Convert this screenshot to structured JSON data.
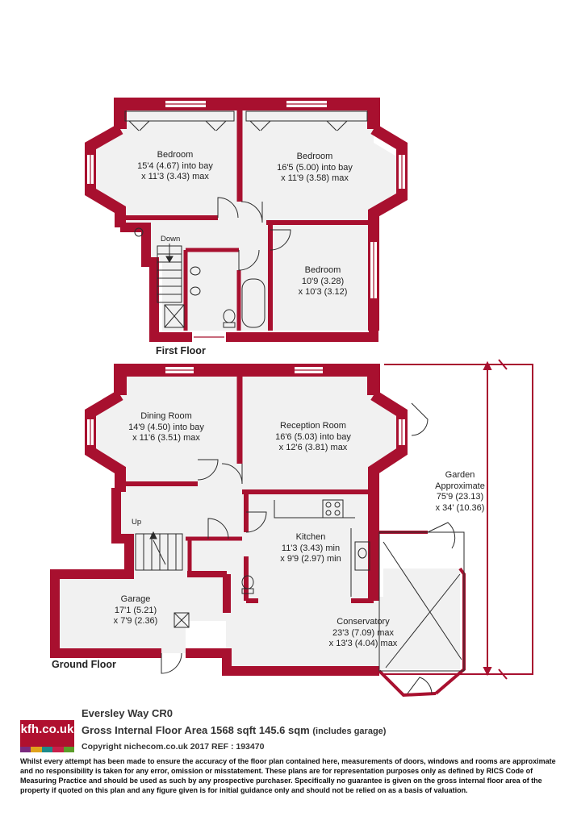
{
  "colors": {
    "wall": "#a8102f",
    "floor": "#f1f1f1",
    "line": "#2b2b2b",
    "logo_bg": "#b0102f"
  },
  "first_floor": {
    "label": "First Floor",
    "rooms": [
      {
        "id": "bedroom1",
        "name": "Bedroom",
        "dims1": "15'4 (4.67) into bay",
        "dims2": "x 11'3 (3.43) max"
      },
      {
        "id": "bedroom2",
        "name": "Bedroom",
        "dims1": "16'5 (5.00) into bay",
        "dims2": "x 11'9 (3.58) max"
      },
      {
        "id": "bedroom3",
        "name": "Bedroom",
        "dims1": "10'9 (3.28)",
        "dims2": "x 10'3 (3.12)"
      }
    ],
    "stairs_label": "Down"
  },
  "ground_floor": {
    "label": "Ground Floor",
    "rooms": [
      {
        "id": "dining",
        "name": "Dining Room",
        "dims1": "14'9 (4.50) into bay",
        "dims2": "x 11'6 (3.51) max"
      },
      {
        "id": "reception",
        "name": "Reception Room",
        "dims1": "16'6 (5.03) into bay",
        "dims2": "x 12'6 (3.81) max"
      },
      {
        "id": "kitchen",
        "name": "Kitchen",
        "dims1": "11'3 (3.43) min",
        "dims2": "x 9'9 (2.97) min"
      },
      {
        "id": "garage",
        "name": "Garage",
        "dims1": "17'1 (5.21)",
        "dims2": "x 7'9 (2.36)"
      },
      {
        "id": "conservatory",
        "name": "Conservatory",
        "dims1": "23'3 (7.09) max",
        "dims2": "x 13'3 (4.04) max"
      }
    ],
    "garden": {
      "line1": "Garden",
      "line2": "Approximate",
      "line3": "75'9 (23.13)",
      "line4": "x 34' (10.36)"
    },
    "stairs_label": "Up"
  },
  "footer": {
    "logo_text": "kfh.co.uk",
    "logo_colors": [
      "#7a2a7f",
      "#e0a21b",
      "#1d8a8a",
      "#c81f4a",
      "#5c9c2a"
    ],
    "address": "Eversley Way  CR0",
    "area": "Gross Internal Floor Area 1568 sqft 145.6 sqm",
    "area_note": "(includes garage)",
    "copyright": "Copyright nichecom.co.uk 2017 REF : 193470",
    "disclaimer": "Whilst every attempt has been made to ensure the accuracy of the floor plan contained here, measurements of doors, windows and rooms are approximate and no responsibility is taken for any error, omission or misstatement.  These plans are for representation purposes only as defined by RICS Code of Measuring Practice and should be used as such by any prospective purchaser.  Specifically no guarantee is given on the gross internal floor area of the property if quoted on this plan and any figure given is for initial guidance only and should not be relied on as a basis of valuation."
  }
}
